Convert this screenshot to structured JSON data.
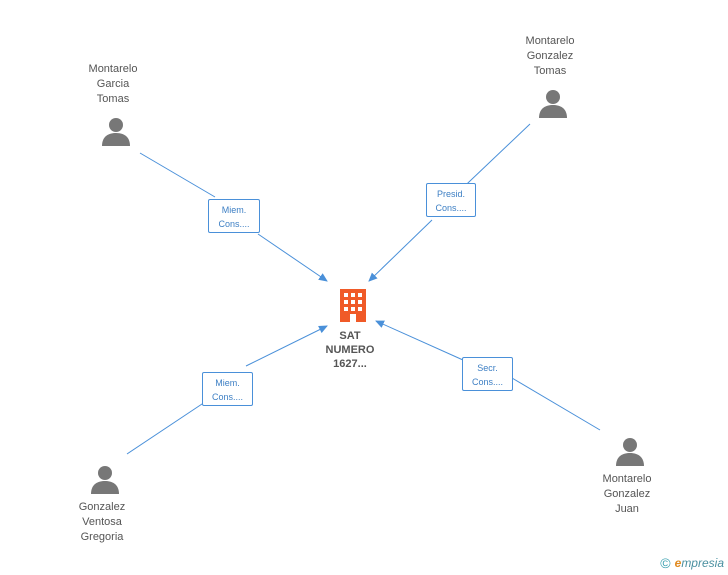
{
  "company": {
    "name_lines": "SAT\nNUMERO\n1627...",
    "color": "#f05a28"
  },
  "persons": [
    {
      "id": "p1",
      "name": "Montarelo\nGarcia\nTomas"
    },
    {
      "id": "p2",
      "name": "Montarelo\nGonzalez\nTomas"
    },
    {
      "id": "p3",
      "name": "Gonzalez\nVentosa\nGregoria"
    },
    {
      "id": "p4",
      "name": "Montarelo\nGonzalez\nJuan"
    }
  ],
  "relations": [
    {
      "from": "p1",
      "line1": "Miem.",
      "line2": "Cons...."
    },
    {
      "from": "p2",
      "line1": "Presid.",
      "line2": "Cons...."
    },
    {
      "from": "p3",
      "line1": "Miem.",
      "line2": "Cons...."
    },
    {
      "from": "p4",
      "line1": "Secr.",
      "line2": "Cons...."
    }
  ],
  "colors": {
    "edge": "#4a90d9",
    "person": "#777777"
  },
  "footer": {
    "copyright": "©",
    "brand_e": "e",
    "brand_rest": "mpresia"
  }
}
